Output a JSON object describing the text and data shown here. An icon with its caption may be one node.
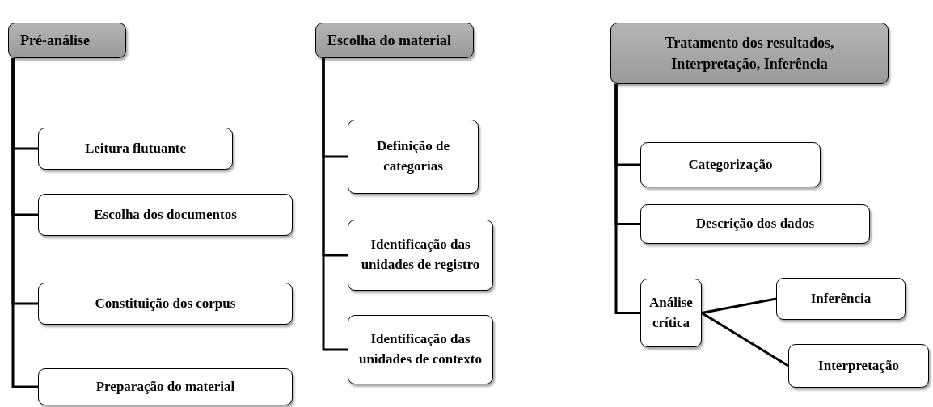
{
  "diagram": {
    "nodes": [
      {
        "text": [
          "Pré-análise"
        ]
      },
      {
        "text": [
          "Leitura flutuante"
        ]
      },
      {
        "text": [
          "Escolha dos documentos"
        ]
      },
      {
        "text": [
          "Constituição dos corpus"
        ]
      },
      {
        "text": [
          "Preparação do material"
        ]
      },
      {
        "text": [
          "Escolha do material"
        ]
      },
      {
        "text": [
          "Definição de categorias"
        ]
      },
      {
        "text": [
          "Identificação das unidades de registro"
        ]
      },
      {
        "text": [
          "Identificação das unidades de contexto"
        ]
      },
      {
        "text": [
          "Tratamento dos resultados, Interpretação, Inferência"
        ]
      },
      {
        "text": [
          "Categorização"
        ]
      },
      {
        "text": [
          "Descrição dos dados"
        ]
      },
      {
        "text": [
          "Análise crítica"
        ]
      },
      {
        "text": [
          "Inferência"
        ]
      },
      {
        "text": [
          "Interpretação"
        ]
      }
    ],
    "edges": [
      {
        "from": 0,
        "to": 1,
        "arrow": "none"
      },
      {
        "from": 0,
        "to": 2,
        "arrow": "none"
      },
      {
        "from": 0,
        "to": 3,
        "arrow": "none"
      },
      {
        "from": 0,
        "to": 4,
        "arrow": "none"
      },
      {
        "from": 5,
        "to": 6,
        "arrow": "none"
      },
      {
        "from": 5,
        "to": 7,
        "arrow": "none"
      },
      {
        "from": 5,
        "to": 8,
        "arrow": "none"
      },
      {
        "from": 9,
        "to": 10,
        "arrow": "none"
      },
      {
        "from": 9,
        "to": 11,
        "arrow": "none"
      },
      {
        "from": 9,
        "to": 12,
        "arrow": "none"
      },
      {
        "from": 12,
        "to": 13,
        "arrow": "none"
      },
      {
        "from": 12,
        "to": 14,
        "arrow": "none"
      }
    ]
  }
}
